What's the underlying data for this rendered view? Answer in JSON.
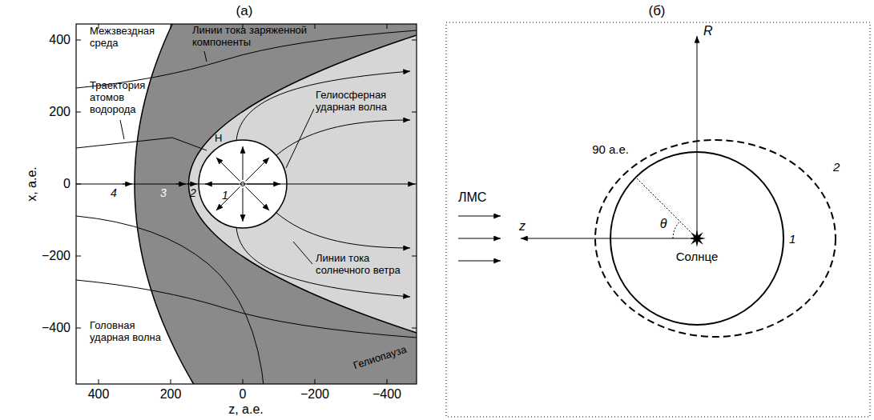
{
  "diagram": {
    "labels": [
      "(а)",
      "Межзвездная среда",
      "Линии тока заряженной компоненты",
      "Траектория атомов водорода",
      "H",
      "Гелиосферная ударная волна",
      "4",
      "3",
      "2",
      "1",
      "Линии тока солнечного ветра",
      "Головная ударная волна",
      "Гелиопауза",
      "400",
      "200",
      "0",
      "−200",
      "−400",
      "x, а.е.",
      "400",
      "200",
      "0",
      "−200",
      "−400",
      "z, а.е.",
      "(б)",
      "R",
      "90 а.е.",
      "ЛМС",
      "θ",
      "z",
      "Солнце",
      "1",
      "2"
    ]
  }
}
